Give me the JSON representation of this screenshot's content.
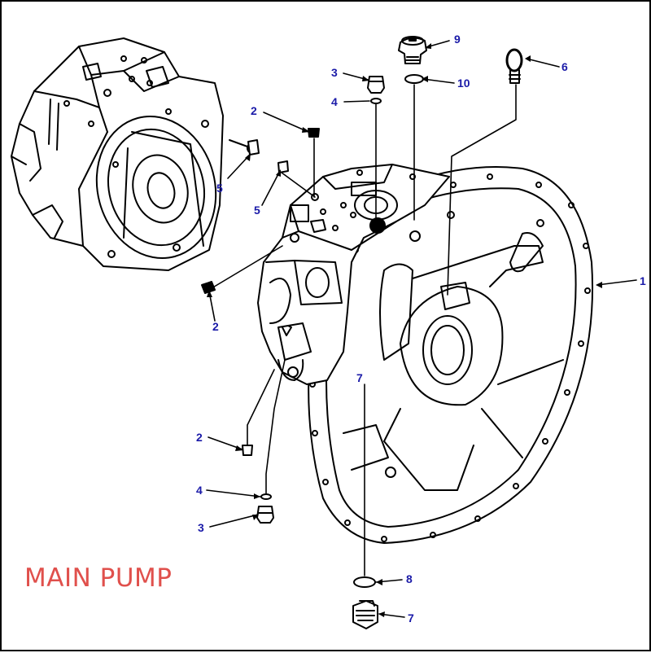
{
  "title": "MAIN PUMP",
  "colors": {
    "callout_text": "#1a1aa8",
    "title_text": "#e0504c",
    "linework": "#000000"
  },
  "callouts": {
    "c9": "9",
    "c10": "10",
    "c3_top": "3",
    "c4_top": "4",
    "c6": "6",
    "c2_top": "2",
    "c5_a": "5",
    "c5_b": "5",
    "c2_mid": "2",
    "c1": "1",
    "c7_mid": "7",
    "c2_low": "2",
    "c4_low": "4",
    "c3_low": "3",
    "c8": "8",
    "c7_bot": "7"
  }
}
